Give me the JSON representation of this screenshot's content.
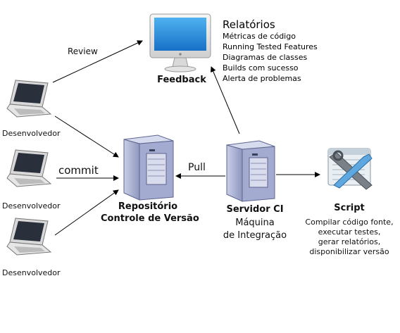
{
  "nodes": {
    "feedback": {
      "label": "Feedback"
    },
    "relatorios": {
      "title": "Relatórios",
      "items": [
        "Métricas de código",
        "Running Tested Features",
        "Diagramas de classes",
        "Builds com sucesso",
        "Alerta de problemas"
      ]
    },
    "developers": [
      {
        "label": "Desenvolvedor"
      },
      {
        "label": "Desenvolvedor"
      },
      {
        "label": "Desenvolvedor"
      }
    ],
    "repository": {
      "line1": "Repositório",
      "line2": "Controle de Versão"
    },
    "ci_server": {
      "title": "Servidor CI",
      "line1": "Máquina",
      "line2": "de Integração"
    },
    "script": {
      "title": "Script",
      "lines": [
        "Compilar código fonte,",
        "executar testes,",
        "gerar relatórios,",
        "disponibilizar versão"
      ]
    }
  },
  "edges": {
    "review": "Review",
    "commit": "commit",
    "pull": "Pull"
  },
  "colors": {
    "screen_blue": "#1f86d6",
    "server_body": "#9aa3c6",
    "laptop_gray": "#c8c8c8",
    "arrow": "#000000"
  },
  "icons": {
    "monitor": "monitor-icon",
    "laptop": "laptop-icon",
    "server": "server-icon",
    "script": "script-tools-icon"
  }
}
